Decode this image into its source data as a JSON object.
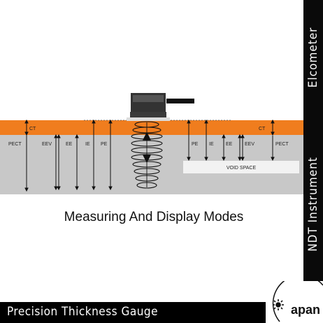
{
  "brand_side": {
    "top_text": "Elcometer",
    "bottom_text": "NDT Instrument"
  },
  "diagram": {
    "layer_labels": [
      "PECT",
      "EEV",
      "EE",
      "IE",
      "PE",
      "PE",
      "IE",
      "EE",
      "EEV",
      "PECT",
      "CT",
      "CT"
    ],
    "void_label": "VOID SPACE"
  },
  "heading": "Measuring And Display Modes",
  "footer": {
    "text": "Precision Thickness Gauge"
  },
  "logo": {
    "text": "apan"
  },
  "colors": {
    "coating": "#f07d1e",
    "substrate": "#c8c8c8",
    "dark": "#0a0a0a"
  }
}
